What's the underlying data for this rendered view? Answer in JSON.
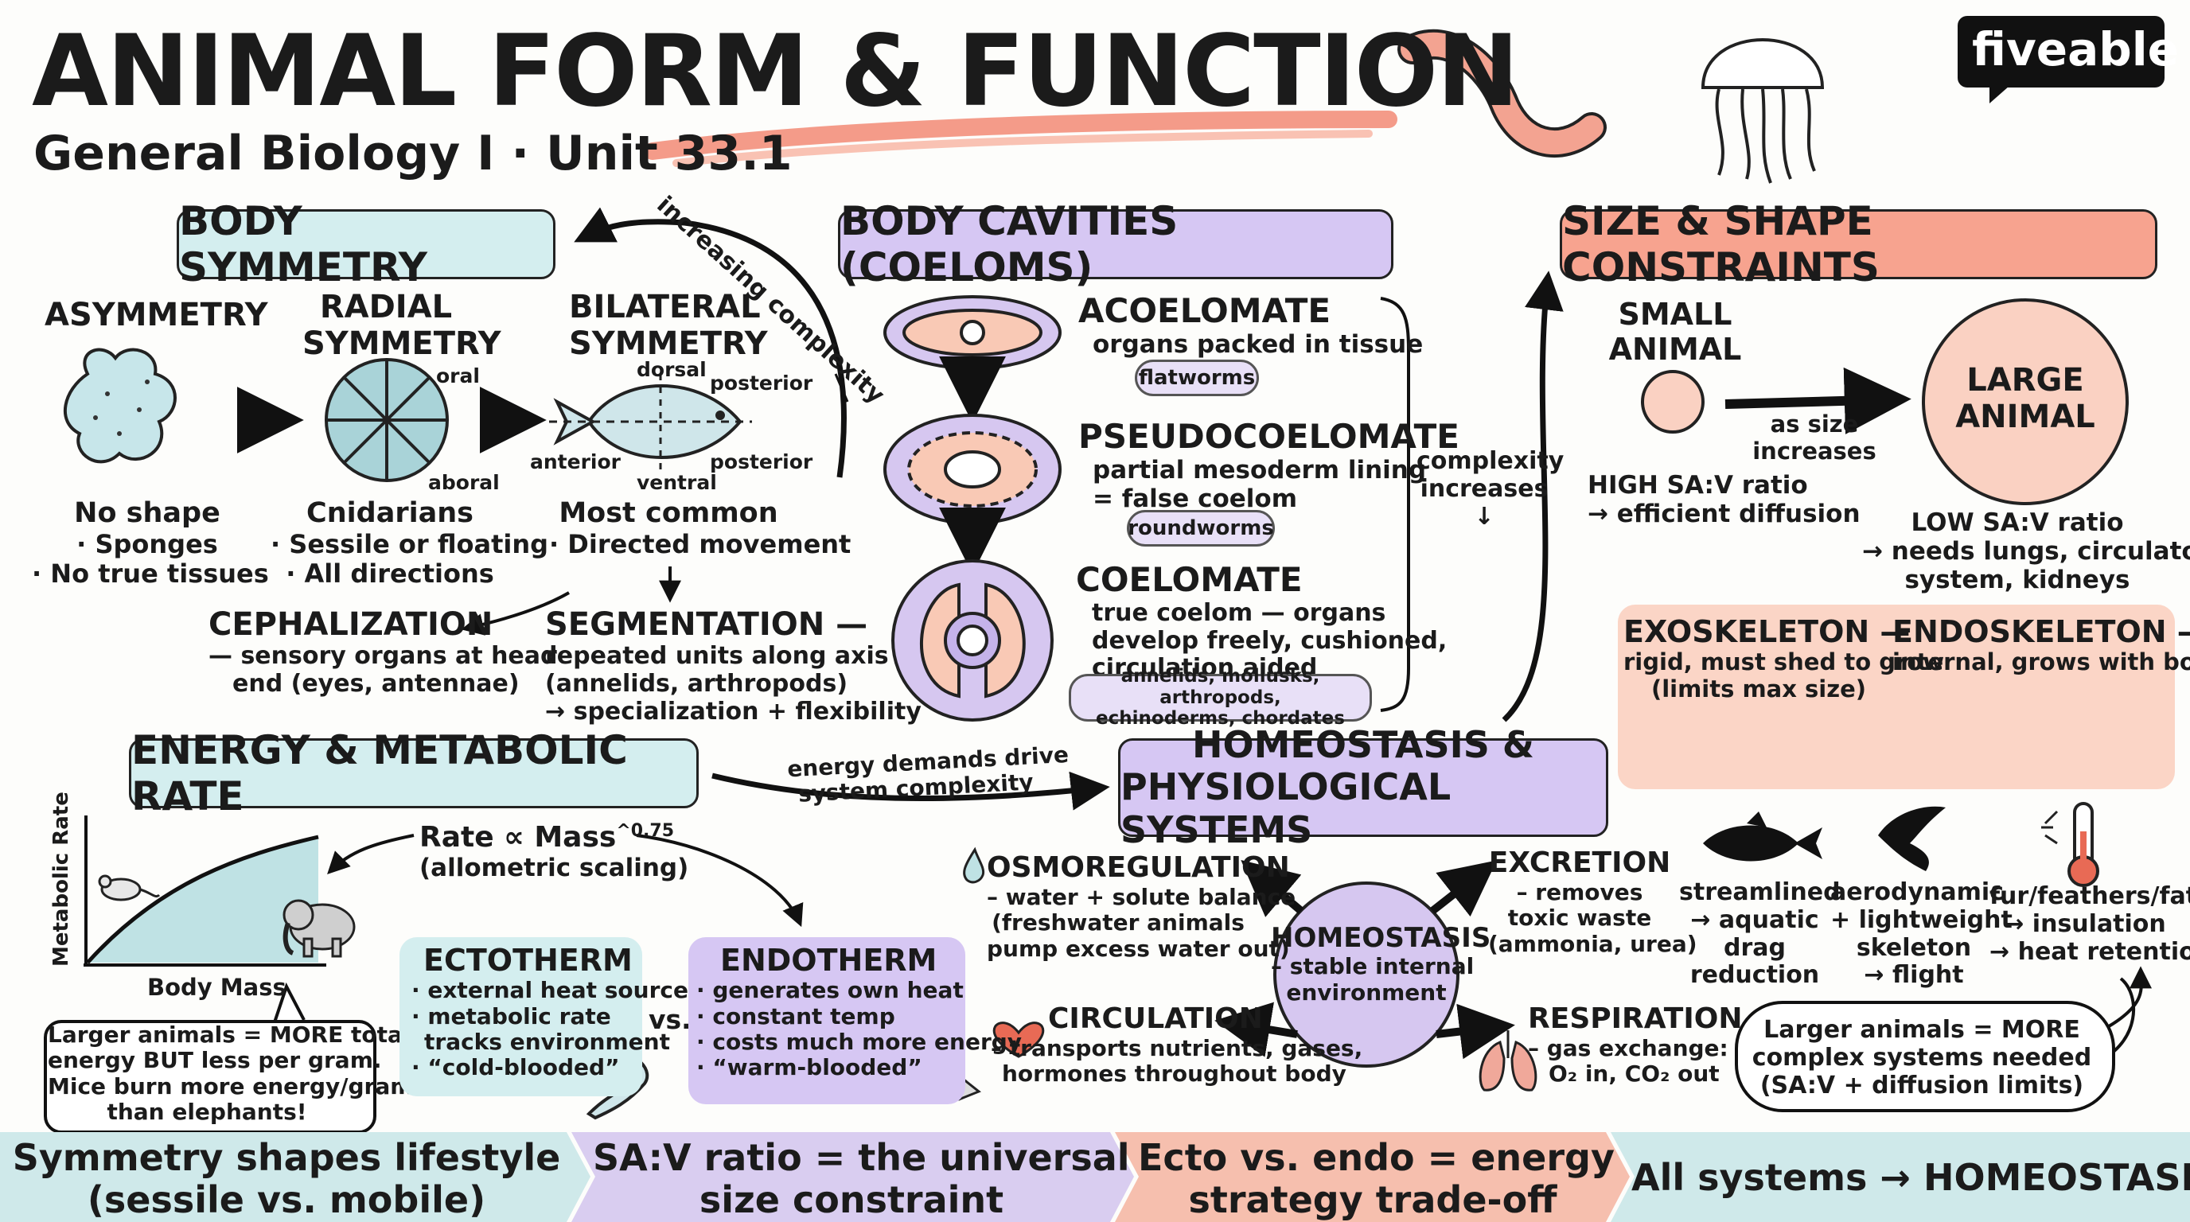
{
  "header": {
    "title": "ANIMAL FORM & FUNCTION",
    "subtitle": "General Biology I · Unit 33.1",
    "brand": "fiveable"
  },
  "symmetry": {
    "title": "BODY SYMMETRY",
    "arrow_label": "increasing complexity",
    "asym": {
      "heading": "ASYMMETRY",
      "caption_title": "No shape",
      "lines": [
        "· Sponges",
        "· No true tissues"
      ]
    },
    "radial": {
      "heading_1": "RADIAL",
      "heading_2": "SYMMETRY",
      "oral": "oral",
      "aboral": "aboral",
      "caption_title": "Cnidarians",
      "lines": [
        "· Sessile or floating",
        "· All directions"
      ]
    },
    "bilateral": {
      "heading_1": "BILATERAL",
      "heading_2": "SYMMETRY",
      "dorsal": "dorsal",
      "ventral": "ventral",
      "anterior": "anterior",
      "posterior_1": "posterior",
      "posterior_2": "posterior",
      "caption_title": "Most common",
      "lines": [
        "· Directed movement"
      ]
    },
    "cephalization": {
      "title": "CEPHALIZATION",
      "lines": [
        "— sensory organs at head",
        "end (eyes, antennae)"
      ]
    },
    "segmentation": {
      "title": "SEGMENTATION —",
      "lines": [
        "repeated units along axis",
        "(annelids, arthropods)",
        "→ specialization + flexibility"
      ]
    }
  },
  "coeloms": {
    "title": "BODY CAVITIES (COELOMS)",
    "acoelomate": {
      "title": "ACOELOMATE",
      "lines": [
        "organs packed in tissue"
      ],
      "tag": "flatworms"
    },
    "pseudo": {
      "title": "PSEUDOCOELOMATE",
      "lines": [
        "partial mesoderm lining",
        "= false coelom"
      ],
      "tag": "roundworms"
    },
    "coelomate": {
      "title": "COELOMATE",
      "lines": [
        "true coelom — organs",
        "develop freely, cushioned,",
        "circulation aided"
      ],
      "tag_1": "annelids, mollusks, arthropods,",
      "tag_2": "echinoderms, chordates"
    },
    "side_1": "complexity",
    "side_2": "increases",
    "side_3": "↓"
  },
  "size": {
    "title": "SIZE & SHAPE CONSTRAINTS",
    "small_1": "SMALL",
    "small_2": "ANIMAL",
    "large_1": "LARGE",
    "large_2": "ANIMAL",
    "arrow_1": "as size",
    "arrow_2": "increases",
    "high_1": "HIGH SA:V ratio",
    "high_2": "→ efficient diffusion",
    "low": [
      "LOW SA:V ratio",
      "→ needs lungs, circulatory",
      "system, kidneys"
    ],
    "exo": {
      "title": "EXOSKELETON —",
      "lines": [
        "rigid, must shed to grow",
        "(limits max size)"
      ]
    },
    "endo": {
      "title": "ENDOSKELETON —",
      "lines": [
        "internal, grows with body"
      ]
    },
    "adaptations": [
      {
        "name": "fish-icon",
        "lines": [
          "streamlined",
          "→ aquatic",
          "drag",
          "reduction"
        ]
      },
      {
        "name": "bird-icon",
        "lines": [
          "aerodynamic",
          "+ lightweight",
          "skeleton",
          "→ flight"
        ]
      },
      {
        "name": "thermometer-icon",
        "lines": [
          "fur/feathers/fat",
          "→ insulation",
          "→ heat retention"
        ]
      }
    ],
    "bubble": [
      "Larger animals = MORE",
      "complex systems needed",
      "(SA:V + diffusion limits)"
    ]
  },
  "energy": {
    "title": "ENERGY & METABOLIC RATE",
    "y_axis": "Metabolic Rate",
    "x_axis": "Body Mass",
    "formula": "Rate ∝ Mass",
    "exponent": "^0.75",
    "formula_sub": "(allometric scaling)",
    "arrow_1": "energy demands drive",
    "arrow_2": "system complexity",
    "bubble": [
      "Larger animals = MORE total",
      "energy BUT less per gram.",
      "Mice burn more energy/gram",
      "than elephants!"
    ],
    "ecto": {
      "title": "ECTOTHERM",
      "lines": [
        "· external heat source",
        "· metabolic rate",
        "  tracks environment",
        "· “cold-blooded”"
      ]
    },
    "vs": "vs.",
    "endo": {
      "title": "ENDOTHERM",
      "lines": [
        "· generates own heat",
        "· constant temp",
        "· costs much more energy",
        "· “warm-blooded”"
      ]
    }
  },
  "homeostasis": {
    "title_1": "HOMEOSTASIS &",
    "title_2": "PHYSIOLOGICAL SYSTEMS",
    "center": [
      "HOMEOSTASIS",
      "– stable internal",
      "environment"
    ],
    "osmo": {
      "title": "OSMOREGULATION",
      "lines": [
        "– water + solute balance",
        "(freshwater animals",
        "pump excess water out)"
      ]
    },
    "excretion": {
      "title": "EXCRETION",
      "lines": [
        "– removes",
        "toxic waste",
        "(ammonia, urea)"
      ]
    },
    "circulation": {
      "title": "CIRCULATION",
      "lines": [
        "– transports nutrients, gases,",
        "hormones throughout body"
      ]
    },
    "respiration": {
      "title": "RESPIRATION",
      "lines": [
        "– gas exchange:"
      ],
      "gas": "O₂ in, CO₂ out"
    }
  },
  "footer": [
    {
      "lines": [
        "Symmetry shapes lifestyle",
        "(sessile vs. mobile)"
      ],
      "color": "#cfe9ea"
    },
    {
      "lines": [
        "SA:V ratio = the universal",
        "size constraint"
      ],
      "color": "#d9cdf0"
    },
    {
      "lines": [
        "Ecto vs. endo = energy",
        "strategy trade-off"
      ],
      "color": "#f6bfae"
    },
    {
      "lines": [
        "All systems → HOMEOSTASIS"
      ],
      "color": "#cfe9ea"
    }
  ],
  "colors": {
    "teal": "#d4eeef",
    "lavender": "#d9cdf3",
    "salmon": "#f7a38f",
    "peach": "#fbd5c6",
    "accent": "#f28a74"
  }
}
